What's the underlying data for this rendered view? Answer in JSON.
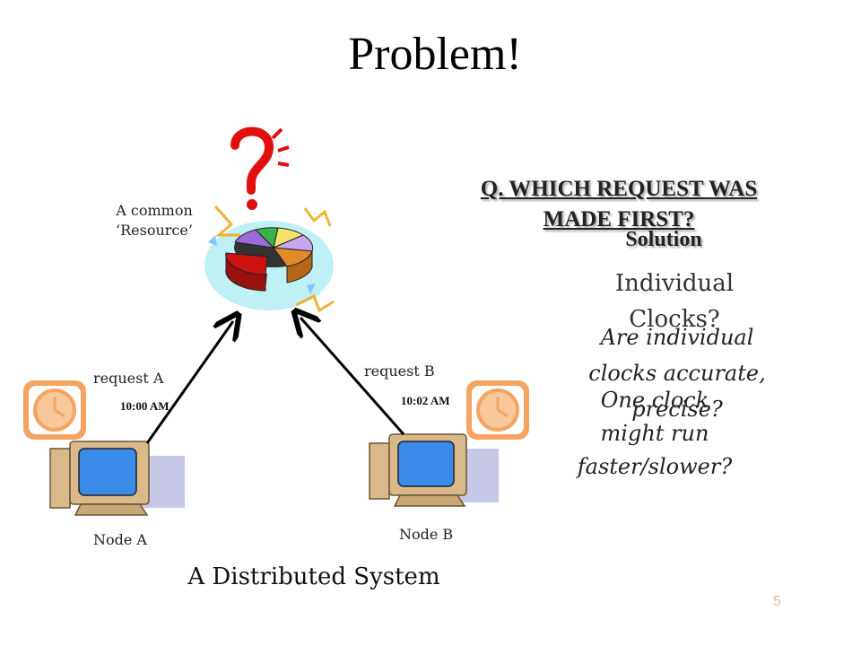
{
  "slide": {
    "title": "Problem!",
    "page_number": "5",
    "caption": "A Distributed System"
  },
  "resource": {
    "label_line1": "A common",
    "label_line2": "‘Resource’"
  },
  "node_a": {
    "label": "Node A",
    "request_label": "request  A",
    "time": "10:00 AM"
  },
  "node_b": {
    "label": "Node B",
    "request_label": "request  B",
    "time": "10:02 AM"
  },
  "question": {
    "line1": "Q. WHICH REQUEST WAS",
    "line2": "MADE FIRST?"
  },
  "solution": {
    "heading": "Solution",
    "bullet_line1": "Individual",
    "bullet_line2": "Clocks?",
    "sub1_line1": "Are individual",
    "sub1_line2": "clocks accurate,",
    "sub1_line3": "precise?",
    "sub2_line1": "One clock",
    "sub2_line2": "might run",
    "sub2_line3": "faster/slower?"
  },
  "colors": {
    "clock_frame": "#f4a460",
    "pie_red": "#cc1111",
    "question_mark": "#e01010",
    "monitor_screen": "#3a8ce8",
    "computer_body": "#d9b98a"
  },
  "icons": [
    "question-mark-icon",
    "pie-chart-icon",
    "clock-icon",
    "computer-icon",
    "arrow-icon"
  ]
}
